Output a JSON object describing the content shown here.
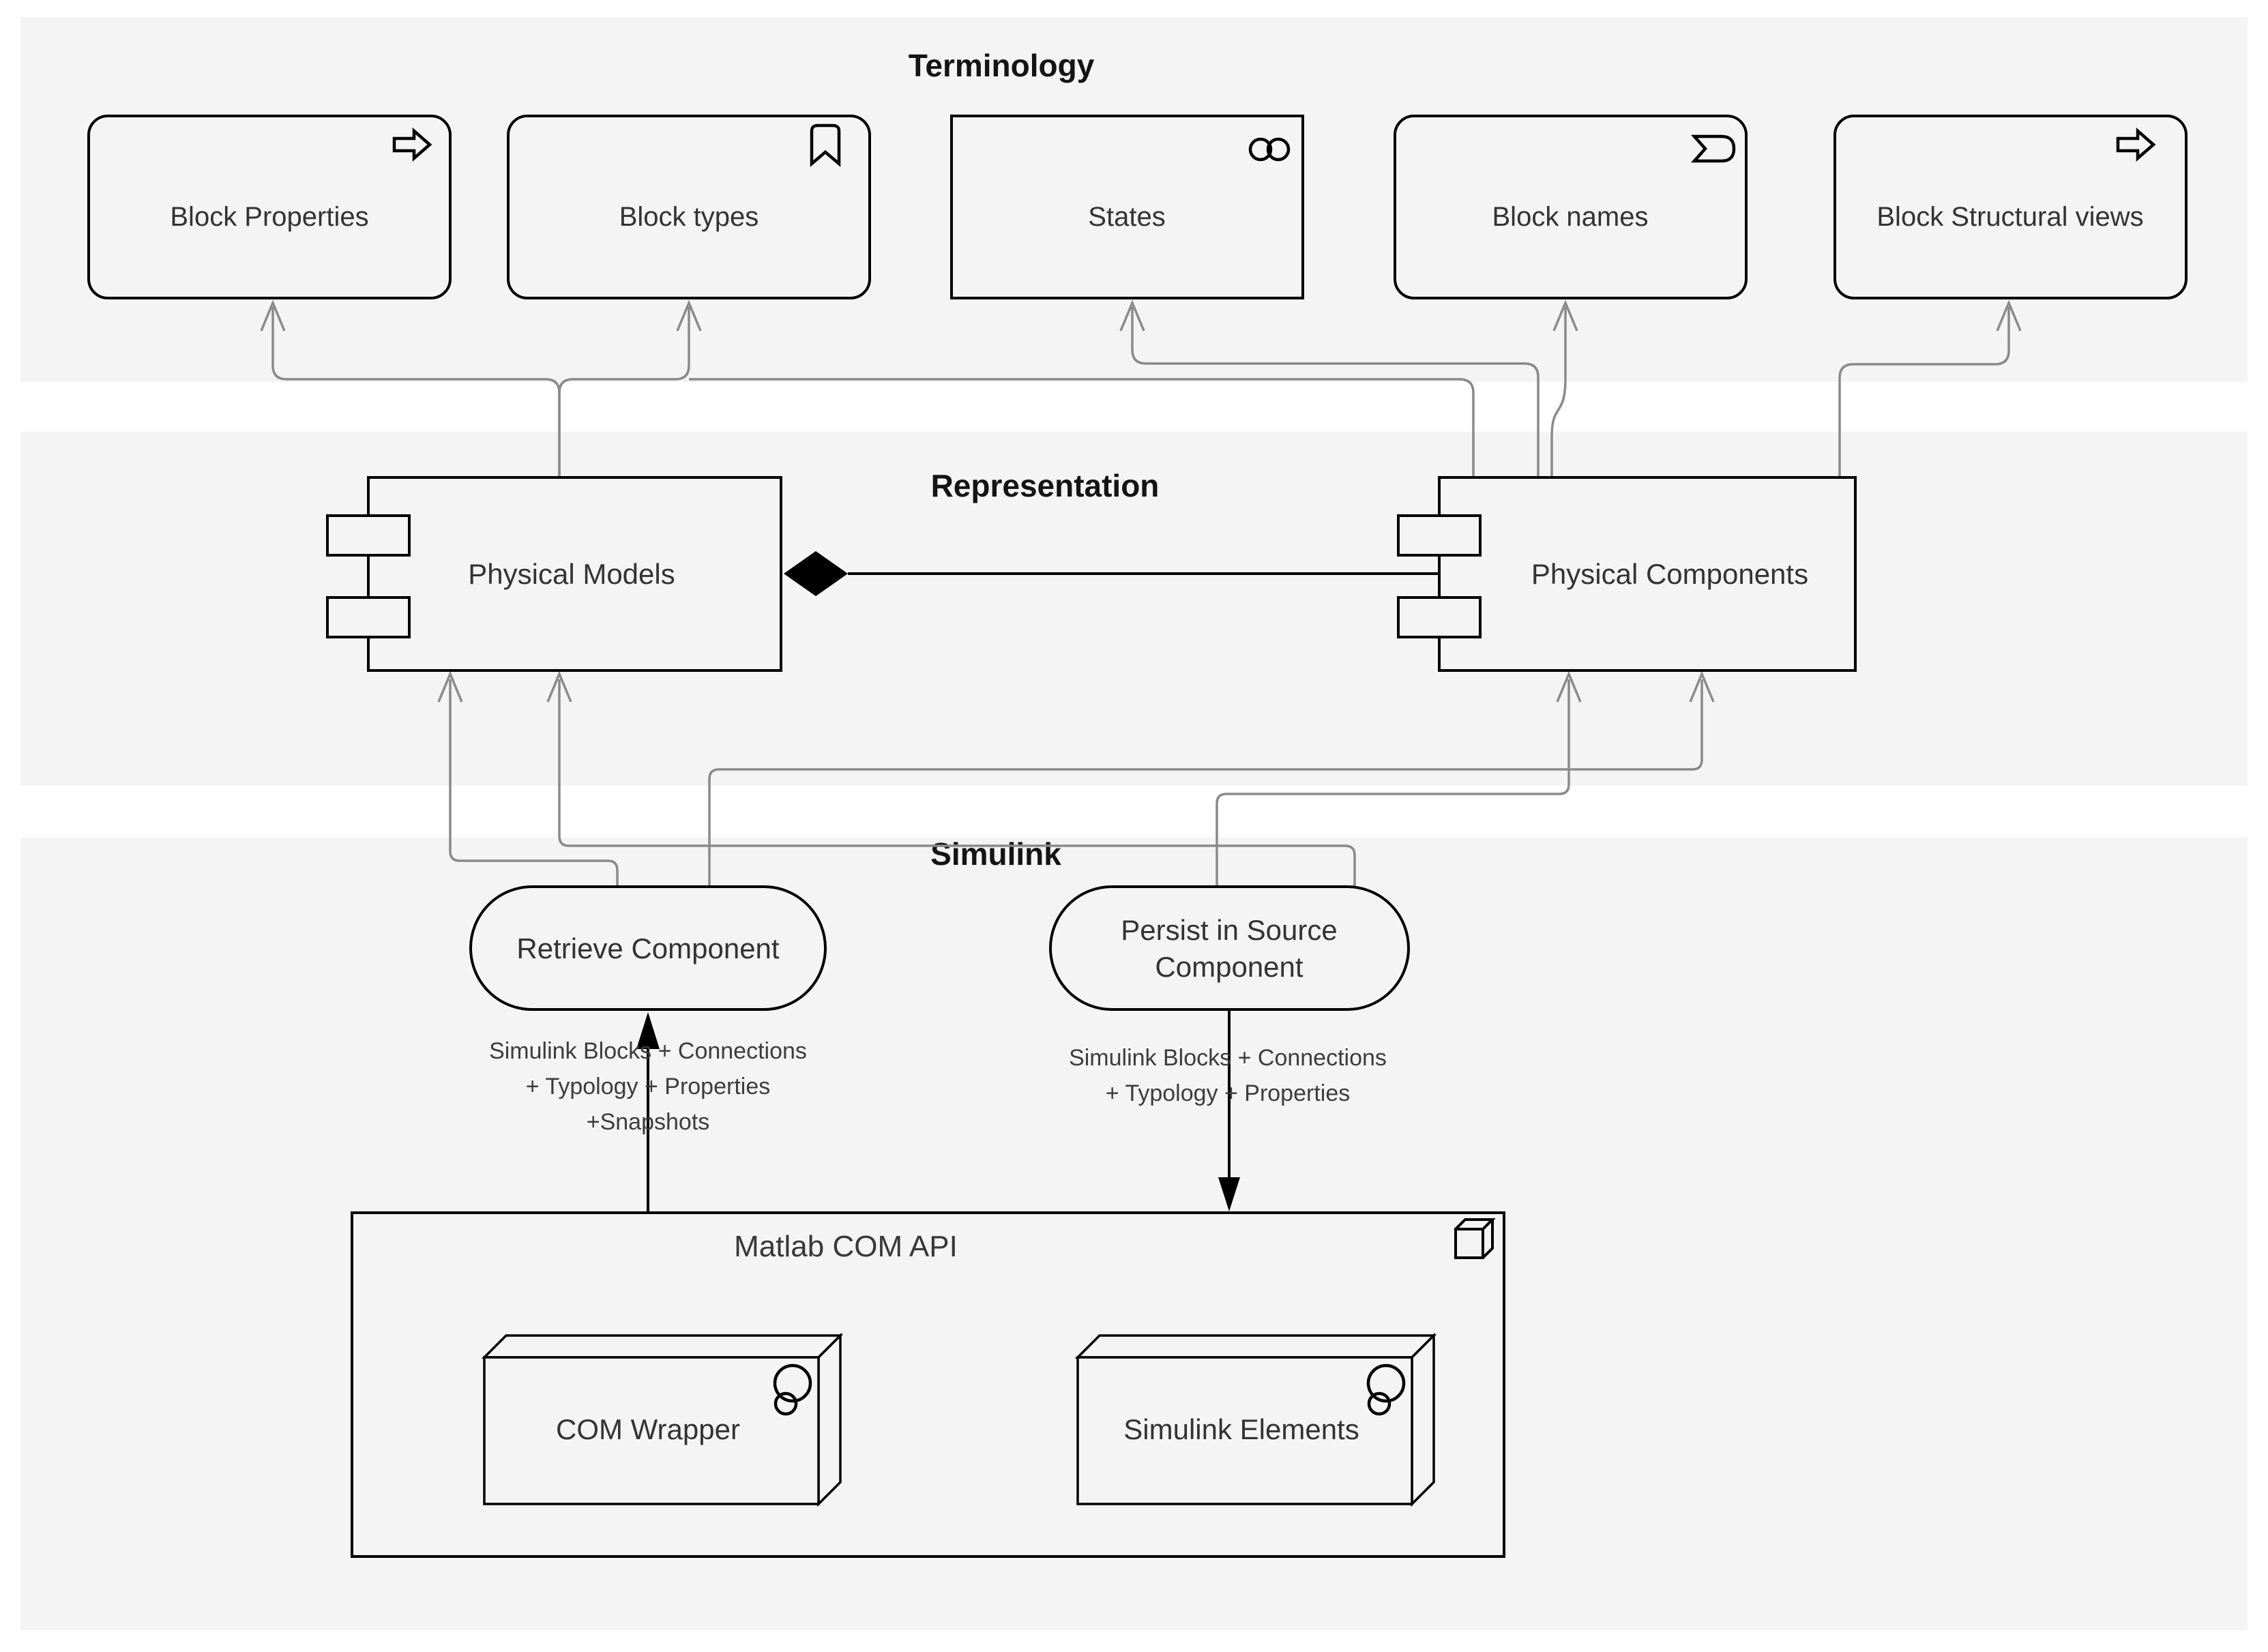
{
  "colors": {
    "background": "#ffffff",
    "band_background": "#f4f4f4",
    "shape_stroke": "#000000",
    "connector_gray": "#8a8a8a",
    "label_text": "#333333"
  },
  "bands": {
    "terminology": {
      "title": "Terminology"
    },
    "representation": {
      "title": "Representation"
    },
    "simulink": {
      "title": "Simulink"
    }
  },
  "terminology": {
    "boxes": [
      {
        "label": "Block Properties",
        "icon": "arrow-right-icon"
      },
      {
        "label": "Block types",
        "icon": "bookmark-icon"
      },
      {
        "label": "States",
        "icon": "double-circle-icon"
      },
      {
        "label": "Block names",
        "icon": "signal-flag-icon"
      },
      {
        "label": "Block Structural views",
        "icon": "arrow-right-icon"
      }
    ]
  },
  "representation": {
    "components": [
      {
        "label": "Physical Models"
      },
      {
        "label": "Physical Components"
      }
    ],
    "relationship": "composition"
  },
  "simulink": {
    "use_cases": {
      "retrieve": {
        "label": "Retrieve Component"
      },
      "persist": {
        "lines": [
          "Persist in Source",
          "Component"
        ]
      }
    },
    "edge_labels": {
      "retrieve": {
        "lines": [
          "Simulink Blocks + Connections",
          "+ Typology + Properties",
          "+Snapshots"
        ]
      },
      "persist": {
        "lines": [
          "Simulink Blocks + Connections",
          "+ Typology + Properties"
        ]
      }
    },
    "matlab_box": {
      "title": "Matlab COM API",
      "icon": "cube-icon",
      "children": [
        {
          "label": "COM Wrapper",
          "icon": "instance-circles-icon"
        },
        {
          "label": "Simulink Elements",
          "icon": "instance-circles-icon"
        }
      ]
    }
  }
}
